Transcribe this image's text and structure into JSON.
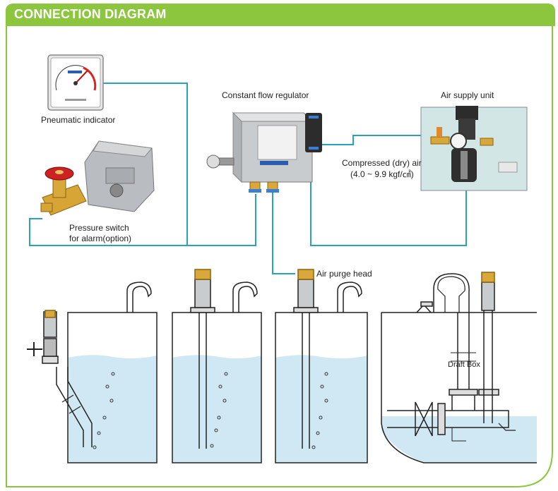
{
  "header": {
    "title": "CONNECTION DIAGRAM"
  },
  "labels": {
    "pneumatic_indicator": "Pneumatic indicator",
    "constant_flow_regulator": "Constant flow regulator",
    "air_supply_unit": "Air supply unit",
    "compressed_air_line1": "Compressed (dry) air",
    "compressed_air_line2": "(4.0 ~ 9.9 kgf/㎠)",
    "pressure_switch_line1": "Pressure switch",
    "pressure_switch_line2": "for alarm(option)",
    "air_purge_head": "Air purge head",
    "draft_box": "Draft Box"
  },
  "colors": {
    "brand_green": "#8cc63f",
    "pipe_line": "#29a3b8",
    "liquid": "#cfe8f3",
    "tank_outline": "#222222"
  }
}
